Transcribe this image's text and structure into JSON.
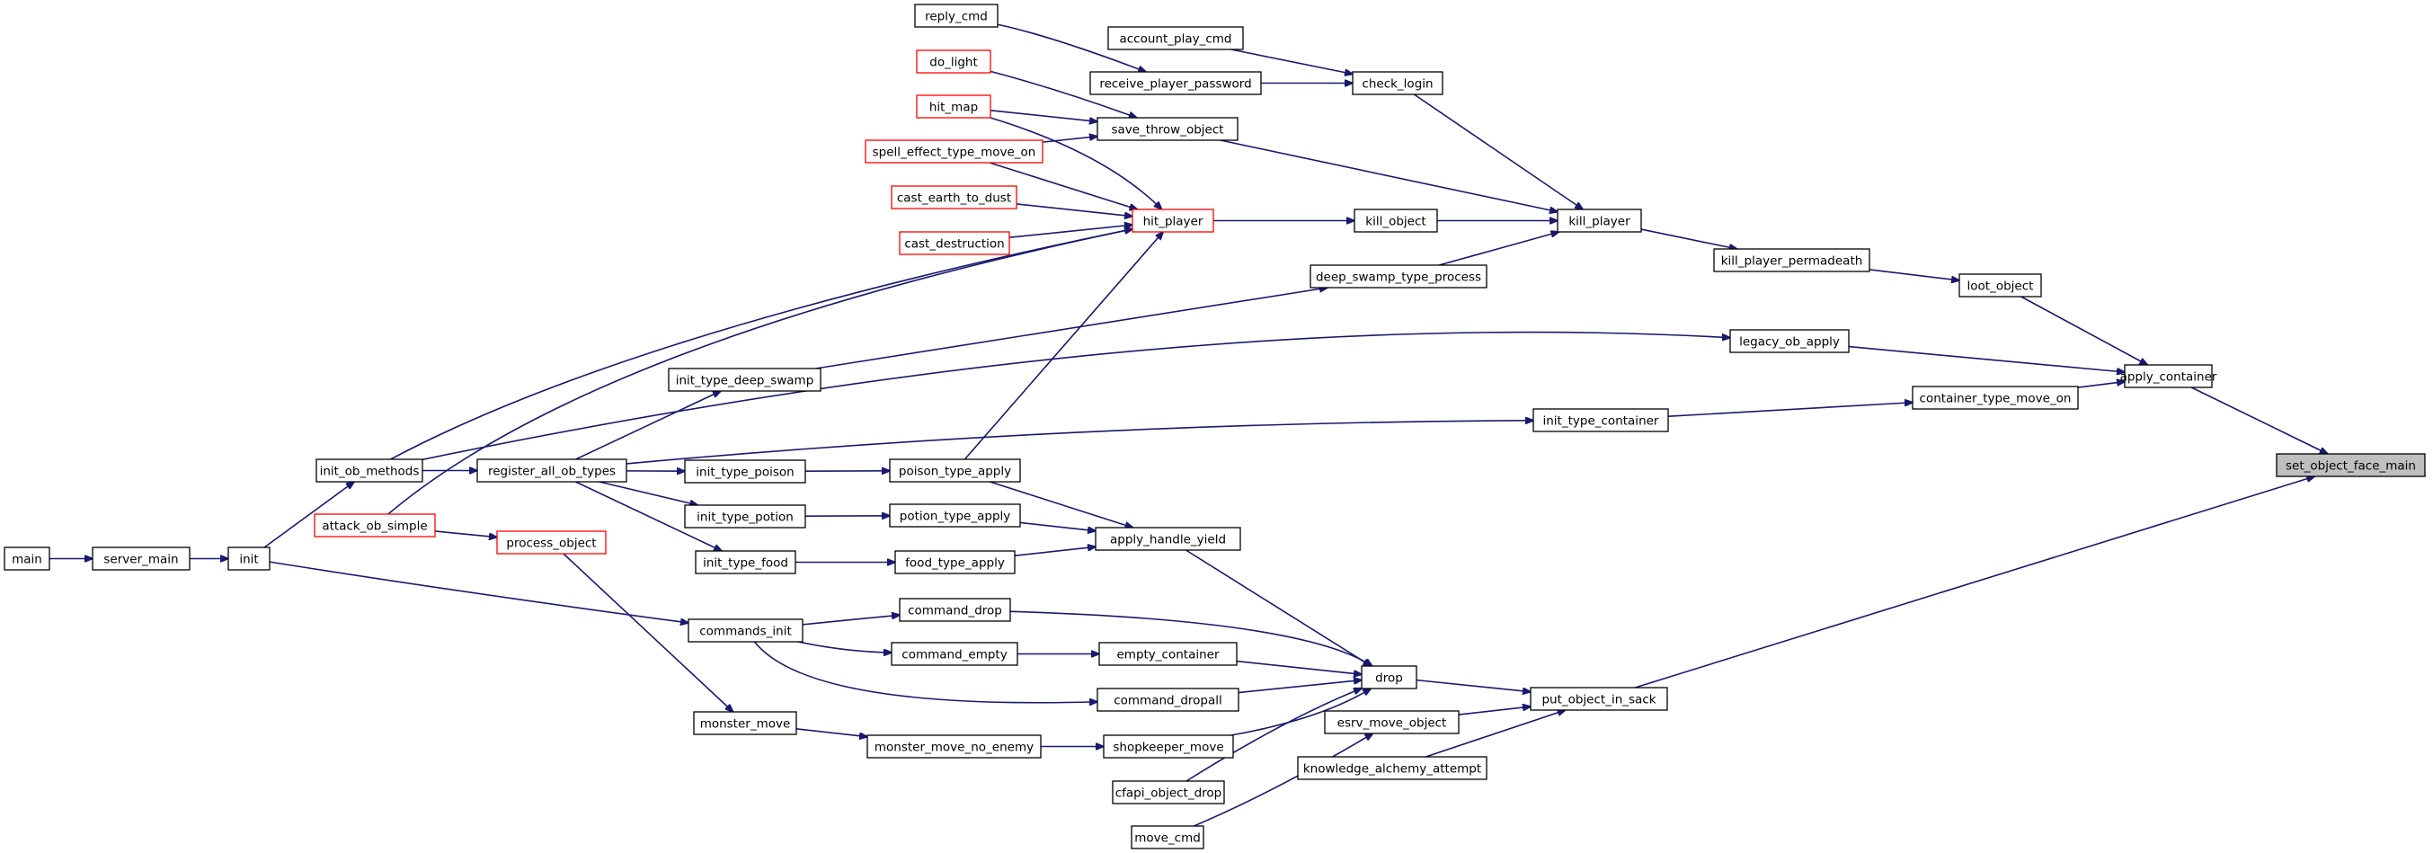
{
  "nodes": [
    {
      "id": "set_object_face_main",
      "label": "set_object_face_main",
      "style": "highlight"
    },
    {
      "id": "apply_container",
      "label": "apply_container",
      "style": "normal"
    },
    {
      "id": "put_object_in_sack",
      "label": "put_object_in_sack",
      "style": "normal"
    },
    {
      "id": "loot_object",
      "label": "loot_object",
      "style": "normal"
    },
    {
      "id": "legacy_ob_apply",
      "label": "legacy_ob_apply",
      "style": "normal"
    },
    {
      "id": "container_type_move_on",
      "label": "container_type_move_on",
      "style": "normal"
    },
    {
      "id": "kill_player_permadeath",
      "label": "kill_player_permadeath",
      "style": "normal"
    },
    {
      "id": "kill_player",
      "label": "kill_player",
      "style": "normal"
    },
    {
      "id": "check_login",
      "label": "check_login",
      "style": "normal"
    },
    {
      "id": "account_play_cmd",
      "label": "account_play_cmd",
      "style": "normal"
    },
    {
      "id": "receive_player_password",
      "label": "receive_player_password",
      "style": "normal"
    },
    {
      "id": "reply_cmd",
      "label": "reply_cmd",
      "style": "normal"
    },
    {
      "id": "save_throw_object",
      "label": "save_throw_object",
      "style": "normal"
    },
    {
      "id": "do_light",
      "label": "do_light",
      "style": "red"
    },
    {
      "id": "hit_map",
      "label": "hit_map",
      "style": "red"
    },
    {
      "id": "spell_effect_type_move_on",
      "label": "spell_effect_type_move_on",
      "style": "red"
    },
    {
      "id": "kill_object",
      "label": "kill_object",
      "style": "normal"
    },
    {
      "id": "hit_player",
      "label": "hit_player",
      "style": "red"
    },
    {
      "id": "cast_earth_to_dust",
      "label": "cast_earth_to_dust",
      "style": "red"
    },
    {
      "id": "cast_destruction",
      "label": "cast_destruction",
      "style": "red"
    },
    {
      "id": "deep_swamp_type_process",
      "label": "deep_swamp_type_process",
      "style": "normal"
    },
    {
      "id": "init_type_deep_swamp",
      "label": "init_type_deep_swamp",
      "style": "normal"
    },
    {
      "id": "init_type_container",
      "label": "init_type_container",
      "style": "normal"
    },
    {
      "id": "register_all_ob_types",
      "label": "register_all_ob_types",
      "style": "normal"
    },
    {
      "id": "init_ob_methods",
      "label": "init_ob_methods",
      "style": "normal"
    },
    {
      "id": "init_type_poison",
      "label": "init_type_poison",
      "style": "normal"
    },
    {
      "id": "poison_type_apply",
      "label": "poison_type_apply",
      "style": "normal"
    },
    {
      "id": "init_type_potion",
      "label": "init_type_potion",
      "style": "normal"
    },
    {
      "id": "potion_type_apply",
      "label": "potion_type_apply",
      "style": "normal"
    },
    {
      "id": "init_type_food",
      "label": "init_type_food",
      "style": "normal"
    },
    {
      "id": "food_type_apply",
      "label": "food_type_apply",
      "style": "normal"
    },
    {
      "id": "apply_handle_yield",
      "label": "apply_handle_yield",
      "style": "normal"
    },
    {
      "id": "attack_ob_simple",
      "label": "attack_ob_simple",
      "style": "red"
    },
    {
      "id": "process_object",
      "label": "process_object",
      "style": "red"
    },
    {
      "id": "main",
      "label": "main",
      "style": "normal"
    },
    {
      "id": "server_main",
      "label": "server_main",
      "style": "normal"
    },
    {
      "id": "init",
      "label": "init",
      "style": "normal"
    },
    {
      "id": "commands_init",
      "label": "commands_init",
      "style": "normal"
    },
    {
      "id": "command_drop",
      "label": "command_drop",
      "style": "normal"
    },
    {
      "id": "command_empty",
      "label": "command_empty",
      "style": "normal"
    },
    {
      "id": "empty_container",
      "label": "empty_container",
      "style": "normal"
    },
    {
      "id": "command_dropall",
      "label": "command_dropall",
      "style": "normal"
    },
    {
      "id": "drop",
      "label": "drop",
      "style": "normal"
    },
    {
      "id": "monster_move",
      "label": "monster_move",
      "style": "normal"
    },
    {
      "id": "monster_move_no_enemy",
      "label": "monster_move_no_enemy",
      "style": "normal"
    },
    {
      "id": "shopkeeper_move",
      "label": "shopkeeper_move",
      "style": "normal"
    },
    {
      "id": "cfapi_object_drop",
      "label": "cfapi_object_drop",
      "style": "normal"
    },
    {
      "id": "move_cmd",
      "label": "move_cmd",
      "style": "normal"
    },
    {
      "id": "esrv_move_object",
      "label": "esrv_move_object",
      "style": "normal"
    },
    {
      "id": "knowledge_alchemy_attempt",
      "label": "knowledge_alchemy_attempt",
      "style": "normal"
    }
  ],
  "edges": [
    {
      "from": "apply_container",
      "to": "set_object_face_main"
    },
    {
      "from": "put_object_in_sack",
      "to": "set_object_face_main"
    },
    {
      "from": "loot_object",
      "to": "apply_container"
    },
    {
      "from": "legacy_ob_apply",
      "to": "apply_container"
    },
    {
      "from": "container_type_move_on",
      "to": "apply_container"
    },
    {
      "from": "kill_player_permadeath",
      "to": "loot_object"
    },
    {
      "from": "kill_player",
      "to": "kill_player_permadeath"
    },
    {
      "from": "check_login",
      "to": "kill_player"
    },
    {
      "from": "save_throw_object",
      "to": "kill_player"
    },
    {
      "from": "kill_object",
      "to": "kill_player"
    },
    {
      "from": "deep_swamp_type_process",
      "to": "kill_player"
    },
    {
      "from": "account_play_cmd",
      "to": "check_login"
    },
    {
      "from": "receive_player_password",
      "to": "check_login"
    },
    {
      "from": "reply_cmd",
      "to": "receive_player_password"
    },
    {
      "from": "do_light",
      "to": "save_throw_object"
    },
    {
      "from": "hit_map",
      "to": "save_throw_object"
    },
    {
      "from": "spell_effect_type_move_on",
      "to": "save_throw_object"
    },
    {
      "from": "hit_player",
      "to": "kill_object"
    },
    {
      "from": "hit_map",
      "to": "hit_player"
    },
    {
      "from": "spell_effect_type_move_on",
      "to": "hit_player"
    },
    {
      "from": "cast_earth_to_dust",
      "to": "hit_player"
    },
    {
      "from": "cast_destruction",
      "to": "hit_player"
    },
    {
      "from": "init_ob_methods",
      "to": "hit_player"
    },
    {
      "from": "attack_ob_simple",
      "to": "hit_player"
    },
    {
      "from": "poison_type_apply",
      "to": "hit_player"
    },
    {
      "from": "init_type_deep_swamp",
      "to": "deep_swamp_type_process"
    },
    {
      "from": "init_ob_methods",
      "to": "legacy_ob_apply"
    },
    {
      "from": "init_type_container",
      "to": "container_type_move_on"
    },
    {
      "from": "register_all_ob_types",
      "to": "init_type_container"
    },
    {
      "from": "register_all_ob_types",
      "to": "init_type_deep_swamp"
    },
    {
      "from": "init_ob_methods",
      "to": "register_all_ob_types"
    },
    {
      "from": "init",
      "to": "init_ob_methods"
    },
    {
      "from": "register_all_ob_types",
      "to": "init_type_poison"
    },
    {
      "from": "register_all_ob_types",
      "to": "init_type_potion"
    },
    {
      "from": "register_all_ob_types",
      "to": "init_type_food"
    },
    {
      "from": "init_type_poison",
      "to": "poison_type_apply"
    },
    {
      "from": "init_type_potion",
      "to": "potion_type_apply"
    },
    {
      "from": "init_type_food",
      "to": "food_type_apply"
    },
    {
      "from": "poison_type_apply",
      "to": "apply_handle_yield"
    },
    {
      "from": "potion_type_apply",
      "to": "apply_handle_yield"
    },
    {
      "from": "food_type_apply",
      "to": "apply_handle_yield"
    },
    {
      "from": "attack_ob_simple",
      "to": "process_object"
    },
    {
      "from": "main",
      "to": "server_main"
    },
    {
      "from": "server_main",
      "to": "init"
    },
    {
      "from": "init",
      "to": "commands_init"
    },
    {
      "from": "commands_init",
      "to": "command_drop"
    },
    {
      "from": "commands_init",
      "to": "command_empty"
    },
    {
      "from": "commands_init",
      "to": "command_dropall"
    },
    {
      "from": "command_empty",
      "to": "empty_container"
    },
    {
      "from": "process_object",
      "to": "monster_move"
    },
    {
      "from": "monster_move",
      "to": "monster_move_no_enemy"
    },
    {
      "from": "monster_move_no_enemy",
      "to": "shopkeeper_move"
    },
    {
      "from": "apply_handle_yield",
      "to": "drop"
    },
    {
      "from": "command_drop",
      "to": "drop"
    },
    {
      "from": "empty_container",
      "to": "drop"
    },
    {
      "from": "command_dropall",
      "to": "drop"
    },
    {
      "from": "shopkeeper_move",
      "to": "drop"
    },
    {
      "from": "cfapi_object_drop",
      "to": "drop"
    },
    {
      "from": "drop",
      "to": "put_object_in_sack"
    },
    {
      "from": "esrv_move_object",
      "to": "put_object_in_sack"
    },
    {
      "from": "knowledge_alchemy_attempt",
      "to": "put_object_in_sack"
    },
    {
      "from": "move_cmd",
      "to": "esrv_move_object"
    }
  ]
}
